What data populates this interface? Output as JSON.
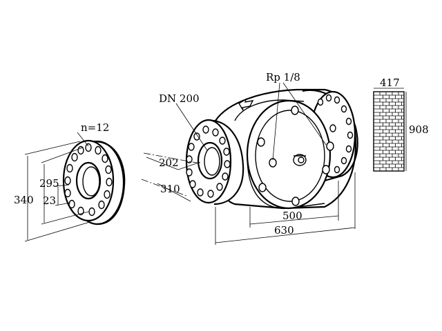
{
  "labels": {
    "bolt_count": "n=12",
    "nominal_diameter": "DN 200",
    "thread": "Rp 1/8",
    "outer_diameter": "340",
    "bolt_circle": "295",
    "bolt_hole": "23",
    "inner_diameter": "202",
    "flange_diameter": "310",
    "body_length": "500",
    "overall_length": "630",
    "block_width": "417",
    "block_height": "908"
  },
  "colors": {
    "line": "#000000",
    "background": "#ffffff"
  }
}
